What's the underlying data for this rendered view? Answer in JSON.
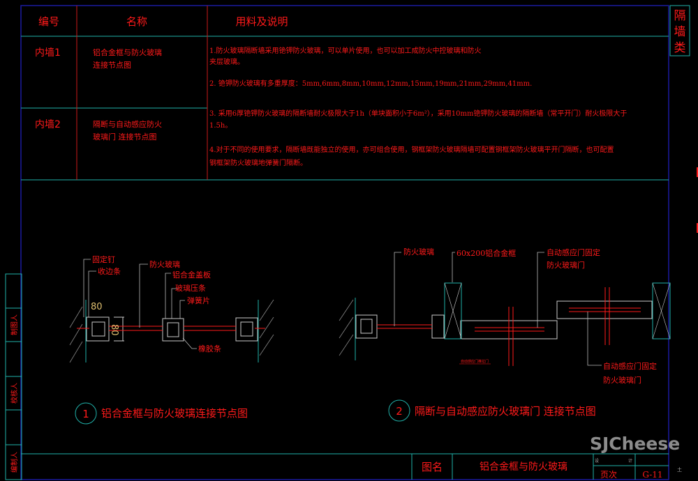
{
  "header": {
    "col_no": "编号",
    "col_name": "名称",
    "col_desc": "用料及说明"
  },
  "category_tab": [
    "隔",
    "墙",
    "类"
  ],
  "rows": [
    {
      "id": "内墙1",
      "name_lines": [
        "铝合金框与防火玻璃",
        "连接节点图"
      ]
    },
    {
      "id": "内墙2",
      "name_lines": [
        "隔断与自动感应防火",
        "玻璃门 连接节点图"
      ]
    }
  ],
  "notes": [
    "1.防火玻璃隔断墙采用铯钾防火玻璃，可以单片使用，也可以加工成防火中控玻璃和防火",
    "夹层玻璃。",
    "2. 铯钾防火玻璃有多重厚度：5mm,6mm,8mm,10mm,12mm,15mm,19mm,21mm,29mm,41mm.",
    "3. 采用6厚铯钾防火玻璃的隔断墙耐火极限大于1h（单块面积小于6m²），采用10mm铯钾防火玻璃的隔断墙（常平开门）耐火极限大于",
    "1.5h。",
    "4.对于不同的使用要求，隔断墙既能独立的使用，亦可组合使用，钢框架防火玻璃隔墙可配置钢框架防火玻璃平开门隔断，也可配置",
    "钢框架防火玻璃地弹簧门隔断。"
  ],
  "detail1": {
    "number": "1",
    "title": "铝合金框与防火玻璃连接节点图",
    "labels": [
      "固定钉",
      "收边条",
      "防火玻璃",
      "铝合金盖板",
      "玻璃压条",
      "弹簧片",
      "橡胶条"
    ],
    "dim_h": "80",
    "dim_v": "80"
  },
  "detail2": {
    "number": "2",
    "title": "隔断与自动感应防火玻璃门 连接节点图",
    "labels": [
      "防火玻璃",
      "60x200铝合金框",
      "自动感应门固定",
      "防火玻璃门",
      "自动感应门固定",
      "防火玻璃门",
      "自动感应门推拉门"
    ]
  },
  "sidebar": [
    "制图人",
    "校核人",
    "编制人"
  ],
  "title_block": {
    "label_name": "图名",
    "drawing_name": "铝合金框与防火玻璃",
    "label_page": "页次",
    "page_no": "G-11",
    "design_small": "设",
    "design_small2": "计",
    "extra": "土"
  },
  "watermark": "SJCheese",
  "colors": {
    "text": "#ff1a1a",
    "grid": "#20b2aa",
    "border": "#1a1aa0",
    "lines": "#c8c8c8"
  }
}
